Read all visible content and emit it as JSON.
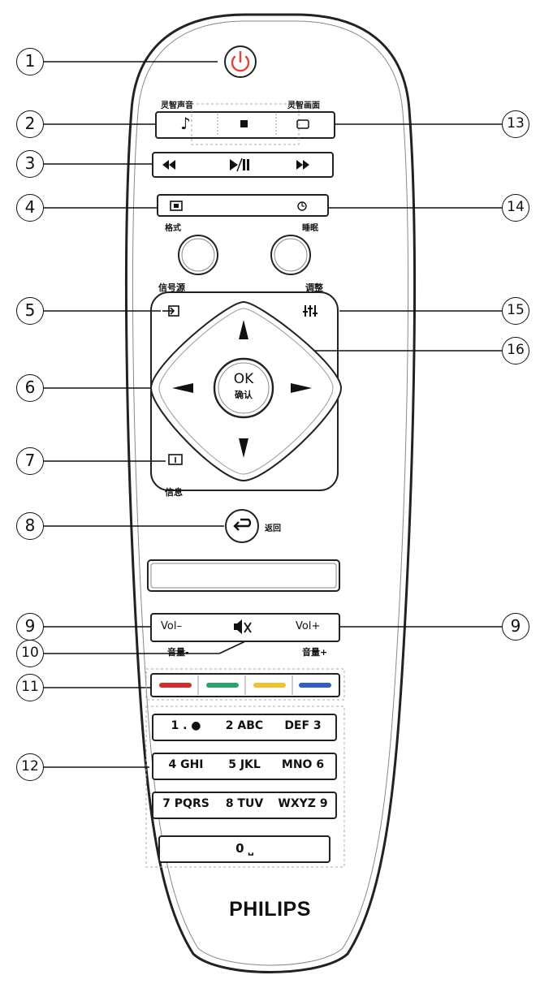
{
  "callouts": [
    "1",
    "2",
    "3",
    "4",
    "5",
    "6",
    "7",
    "8",
    "9",
    "10",
    "11",
    "12",
    "13",
    "14",
    "15",
    "16",
    "9"
  ],
  "labels": {
    "smart_sound": "灵智声音",
    "smart_picture": "灵智画面",
    "format": "格式",
    "sleep": "睡眠",
    "source": "信号源",
    "adjust": "调整",
    "info": "信息",
    "back": "返回",
    "vol_minus_cn": "音量-",
    "vol_plus_cn": "音量+",
    "ok": "OK",
    "confirm": "确认"
  },
  "keys": {
    "vol_minus": "Vol–",
    "vol_plus": "Vol+",
    "row1": [
      "1 . ●",
      "2 ABC",
      "DEF 3"
    ],
    "row2": [
      "4 GHI",
      "5 JKL",
      "MNO 6"
    ],
    "row3": [
      "7 PQRS",
      "8 TUV",
      "WXYZ 9"
    ],
    "zero": "0 ⎵"
  },
  "icons": {
    "power": "power-icon",
    "note": "music-note-icon",
    "stop": "stop-icon",
    "picture": "picture-icon",
    "rewind": "rewind-icon",
    "play_pause": "play-pause-icon",
    "fast_forward": "fast-forward-icon",
    "format": "format-icon",
    "sleep": "clock-icon",
    "source": "source-icon",
    "adjust": "equalizer-icon",
    "info": "info-icon",
    "back": "back-arrow-icon",
    "mute": "mute-icon"
  },
  "colors": {
    "red": "#d62b2b",
    "green": "#2aa36b",
    "yellow": "#f2c12e",
    "blue": "#2f5fc4",
    "power": "#e0433a"
  },
  "brand": "PHILIPS"
}
